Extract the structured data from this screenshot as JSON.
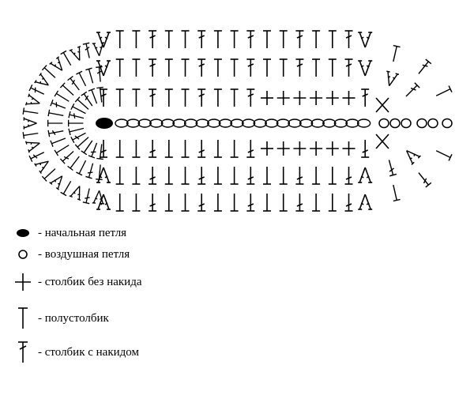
{
  "diagram": {
    "symbols": {
      "start_loop": "filled-ellipse",
      "chain": "hollow-oval",
      "sc": "plus-cross",
      "hdc": "t-stitch",
      "dc": "t-stitch-with-bar"
    },
    "rows": [
      {
        "row": 1,
        "stitch": "chain",
        "count": 22
      },
      {
        "row": 2,
        "stitch_mix": [
          "hdc",
          "sc",
          "dc"
        ]
      },
      {
        "row": 3,
        "stitch_mix": [
          "hdc",
          "dc"
        ]
      },
      {
        "row": 4,
        "stitch_mix": [
          "hdc",
          "dc"
        ]
      }
    ],
    "color": "#000000"
  },
  "legend": [
    {
      "icon": "start-loop-icon",
      "label": "- начальная петля"
    },
    {
      "icon": "chain-icon",
      "label": "- воздушная петля"
    },
    {
      "icon": "single-crochet-icon",
      "label": "- столбик без накида"
    },
    {
      "icon": "half-double-icon",
      "label": "- полустолбик"
    },
    {
      "icon": "double-crochet-icon",
      "label": "- столбик с накидом"
    }
  ]
}
